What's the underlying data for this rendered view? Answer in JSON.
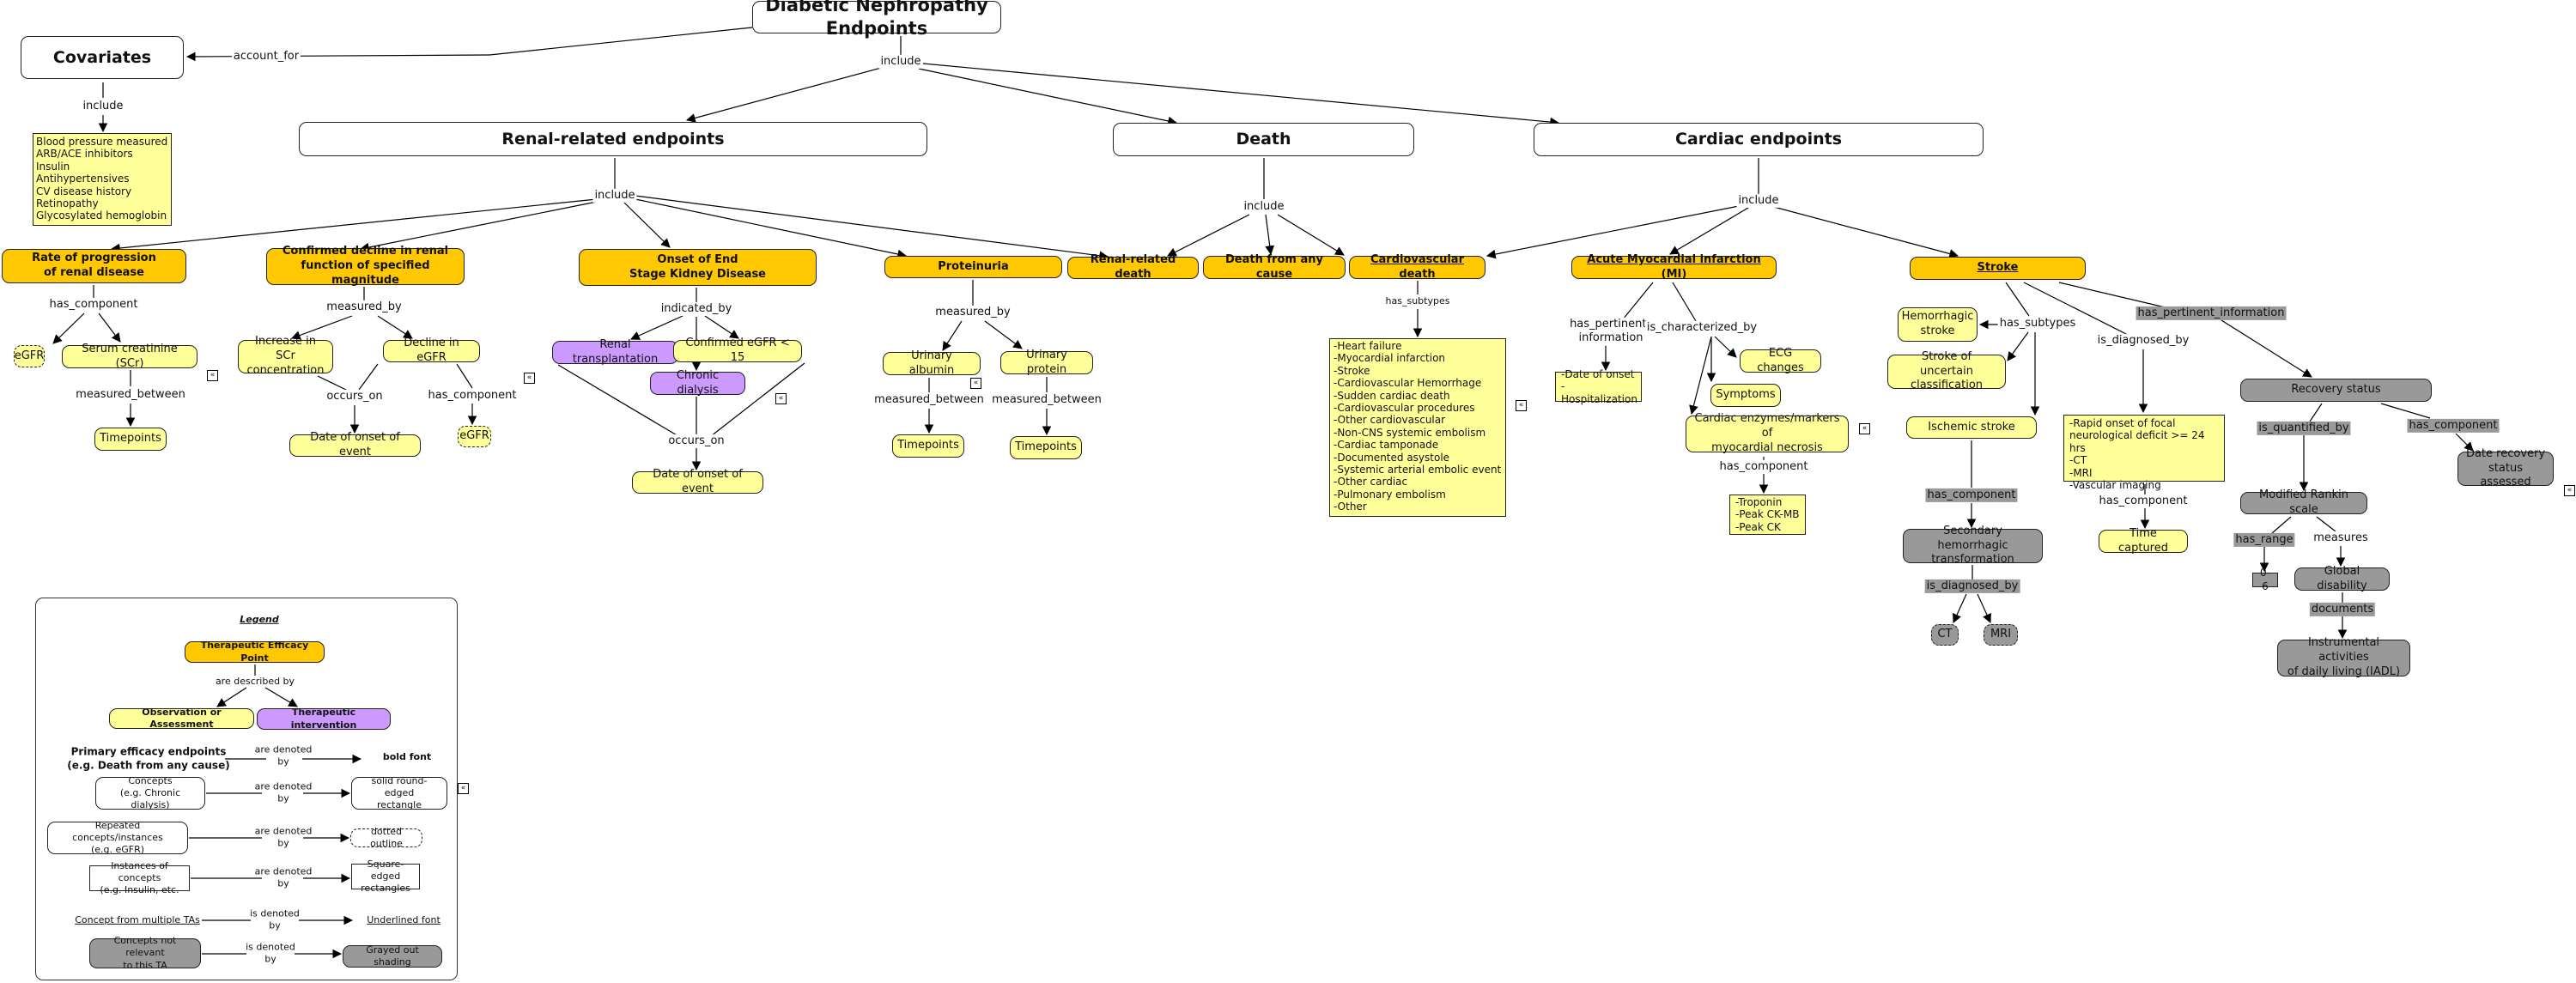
{
  "title": "Diabetic Nephropathy Endpoints",
  "top_links": {
    "account_for": "account_for",
    "include": "include"
  },
  "covariates": {
    "label": "Covariates",
    "link": "include",
    "items": [
      "Blood pressure measured",
      "ARB/ACE inhibitors",
      "Insulin",
      "Antihypertensives",
      "CV disease history",
      "Retinopathy",
      "Glycosylated hemoglobin"
    ]
  },
  "renal": {
    "label": "Renal-related endpoints",
    "link": "include",
    "rate": {
      "label": "Rate of progression\nof renal disease",
      "link": "has_component",
      "egfr": "eGFR",
      "scr": "Serum creatinine (SCr)",
      "measured_between": "measured_between",
      "timepoints": "Timepoints"
    },
    "decline": {
      "label": "Confirmed decline in renal\nfunction of specified magnitude",
      "link": "measured_by",
      "scr_increase": "Increase in SCr\nconcentration",
      "egfr_decline": "Decline in eGFR",
      "occurs_on": "occurs_on",
      "has_component": "has_component",
      "date": "Date of onset of event",
      "egfr": "eGFR"
    },
    "eskd": {
      "label": "Onset of End\nStage Kidney Disease",
      "link": "indicated_by",
      "transplant": "Renal transplantation",
      "dialysis": "Chronic dialysis",
      "egfr15": "Confirmed eGFR < 15",
      "occurs_on": "occurs_on",
      "date": "Date of onset of event"
    },
    "proteinuria": {
      "label": "Proteinuria",
      "link": "measured_by",
      "albumin": "Urinary albumin",
      "protein": "Urinary protein",
      "measured_between": "measured_between",
      "timepoints": "Timepoints"
    }
  },
  "death": {
    "label": "Death",
    "link": "include",
    "renal_death": "Renal-related death",
    "any_cause": "Death from any cause",
    "cv_death": "Cardiovascular death",
    "cv_link": "has_subtypes",
    "cv_subtypes": [
      "-Heart failure",
      "-Myocardial infarction",
      "-Stroke",
      "-Cardiovascular Hemorrhage",
      "-Sudden cardiac death",
      "-Cardiovascular procedures",
      "-Other cardiovascular",
      "-Non-CNS systemic embolism",
      "-Cardiac tamponade",
      "-Documented asystole",
      "-Systemic arterial embolic event",
      "-Other cardiac",
      "-Pulmonary embolism",
      "-Other"
    ]
  },
  "cardiac": {
    "label": "Cardiac endpoints",
    "link": "include",
    "mi": {
      "label": "Acute Myocardial infarction (MI)",
      "pertinent": "has_pertinent_\ninformation",
      "pertinent_items": "-Date of onset\n-Hospitalization",
      "characterized": "is_characterized_by",
      "ecg": "ECG changes",
      "symptoms": "Symptoms",
      "enzymes": "Cardiac enzymes/markers of\nmyocardial necrosis",
      "has_component": "has_component",
      "markers": "-Troponin\n-Peak CK-MB\n-Peak CK"
    },
    "stroke": {
      "label": "Stroke",
      "has_subtypes": "has_subtypes",
      "hemorrhagic": "Hemorrhagic\nstroke",
      "uncertain": "Stroke of uncertain\nclassification",
      "ischemic": "Ischemic stroke",
      "is_diagnosed_by": "is_diagnosed_by",
      "diagnosis": "-Rapid onset of focal\nneurological deficit >= 24 hrs\n-CT\n-MRI\n-Vascular imaging",
      "dx_component": "has_component",
      "time_captured": "Time captured",
      "isch_component": "has_component",
      "secondary": "Secondary hemorrhagic\ntransformation",
      "sec_diag": "is_diagnosed_by",
      "ct": "CT",
      "mri": "MRI",
      "pertinent": "has_pertinent_information",
      "recovery": "Recovery status",
      "quantified": "is_quantified_by",
      "rec_component": "has_component",
      "date_recovery": "Date recovery\nstatus assessed",
      "rankin": "Modified Rankin scale",
      "has_range": "has_range",
      "range": "0-6",
      "measures": "measures",
      "global": "Global disability",
      "documents": "documents",
      "iadl": "Instrumental activities\nof daily living (IADL)"
    }
  },
  "legend": {
    "title": "Legend",
    "tep": "Therapeutic Efficacy Point",
    "described": "are described by",
    "obs": "Observation or Assessment",
    "intervention": "Therapeutic intervention",
    "rows": [
      {
        "left": "Primary efficacy endpoints\n(e.g. Death from any cause)",
        "link": "are denoted\nby",
        "right": "bold font"
      },
      {
        "left": "Concepts\n(e.g. Chronic dialysis)",
        "link": "are denoted\nby",
        "right": "solid round-edged\nrectangle"
      },
      {
        "left": "Repeated concepts/instances\n(e.g. eGFR)",
        "link": "are denoted\nby",
        "right": "dotted outline"
      },
      {
        "left": "Instances of concepts\n(e.g. Insulin, etc.",
        "link": "are denoted\nby",
        "right": "Square-edged\nrectangles"
      },
      {
        "left": "Concept from multiple TAs",
        "link": "is denoted\nby",
        "right": "Underlined font"
      },
      {
        "left": "Concepts not relevant\nto this TA",
        "link": "is denoted\nby",
        "right": "Grayed out shading"
      }
    ]
  },
  "expand_glyph": "«"
}
